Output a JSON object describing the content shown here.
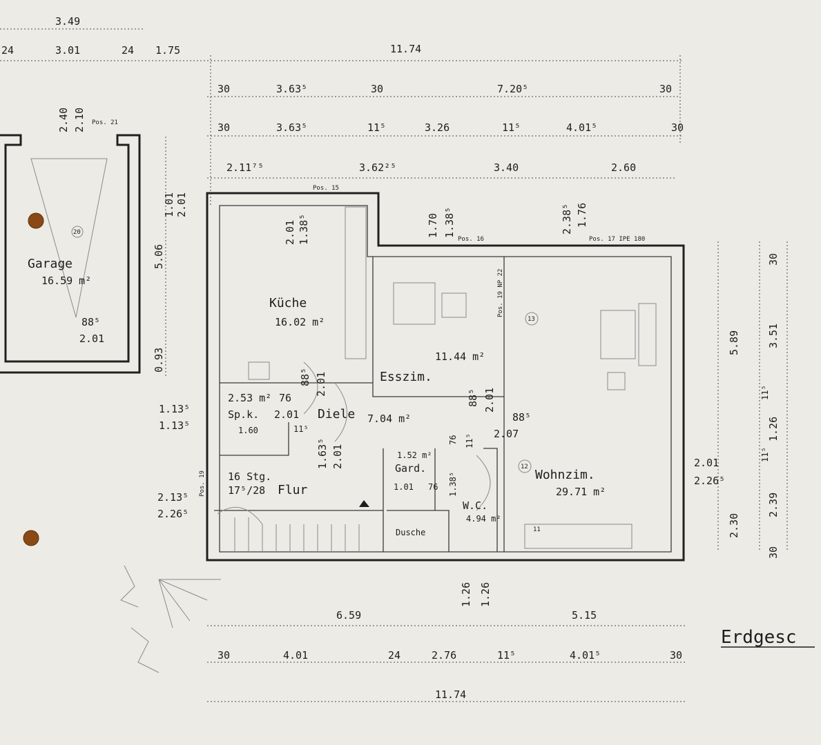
{
  "title": "Erdgesc",
  "top_dims": {
    "r1": "3.49",
    "r2_a": "24",
    "r2_b": "3.01",
    "r2_c": "24",
    "r2_d": "1.75",
    "r2_total": "11.74",
    "r3_a": "30",
    "r3_b": "3.63⁵",
    "r3_c": "30",
    "r3_d": "7.20⁵",
    "r3_e": "30",
    "r4_a": "30",
    "r4_b": "3.63⁵",
    "r4_c": "11⁵",
    "r4_d": "3.26",
    "r4_e": "11⁵",
    "r4_f": "4.01⁵",
    "r4_g": "30",
    "r5_a": "2.11⁷⁵",
    "r5_b": "3.62²⁵",
    "r5_c": "3.40",
    "r5_d": "2.60"
  },
  "bottom_dims": {
    "r1_a": "6.59",
    "r1_b": "5.15",
    "r2_a": "30",
    "r2_b": "4.01",
    "r2_c": "24",
    "r2_d": "2.76",
    "r2_e": "11⁵",
    "r2_f": "4.01⁵",
    "r2_g": "30",
    "total": "11.74"
  },
  "right_dims": {
    "a": "30",
    "b": "3.51",
    "c": "5.89",
    "d": "11⁵",
    "e": "1.26",
    "f": "11⁵",
    "g": "2.39",
    "h": "2.30",
    "i": "30"
  },
  "left_dims": {
    "a": "5.06",
    "b": "1.01",
    "c": "2.01",
    "d": "0.93",
    "e": "1.13⁵",
    "f": "1.13⁵",
    "g": "2.13⁵",
    "h": "2.26⁵"
  },
  "garage": {
    "name": "Garage",
    "area": "16.59 m²",
    "door_h": "88⁵",
    "door_w": "2.01",
    "d1": "2.40",
    "d2": "2.10",
    "pos": "Pos. 21",
    "tag": "20"
  },
  "kueche": {
    "name": "Küche",
    "area": "16.02 m²",
    "w1": "2.01",
    "w2": "1.38⁵",
    "pos": "Pos. 15",
    "door_h": "88⁵",
    "door_w": "2.01"
  },
  "esszim": {
    "name": "Esszim.",
    "area": "11.44 m²",
    "d1": "1.70",
    "d2": "1.38⁵",
    "pos": "Pos. 16",
    "pos2": "Pos. 19 NP 22",
    "door_h": "88⁵",
    "door_w": "2.01"
  },
  "wohnzim": {
    "name": "Wohnzim.",
    "area": "29.71 m²",
    "d1": "2.38⁵",
    "d2": "1.76",
    "pos": "Pos. 17 IPE 180",
    "w1": "2.01",
    "w2": "2.26⁵",
    "door_h": "88⁵",
    "door_w": "2.07",
    "tag1": "13",
    "tag2": "12",
    "tag3": "11"
  },
  "spk": {
    "area": "2.53 m²",
    "name": "Sp.k.",
    "w": "1.60",
    "d1": "2.01",
    "d2": "76"
  },
  "diele": {
    "name": "Diele",
    "area": "7.04 m²",
    "d1": "1.63⁵",
    "d2": "2.01",
    "d3": "11⁵",
    "d4": "76"
  },
  "flur": {
    "name": "Flur",
    "stairs": "16 Stg.",
    "ratio": "17⁵/28",
    "pos": "Pos. 19"
  },
  "gard": {
    "name": "Gard.",
    "area": "1.52 m²",
    "w": "1.01",
    "d": "76",
    "d2": "1.38⁵",
    "d3": "11⁵"
  },
  "wc": {
    "name": "W.C.",
    "area": "4.94 m²",
    "d1": "1.26",
    "d2": "1.26"
  },
  "dusche": {
    "name": "Dusche"
  }
}
